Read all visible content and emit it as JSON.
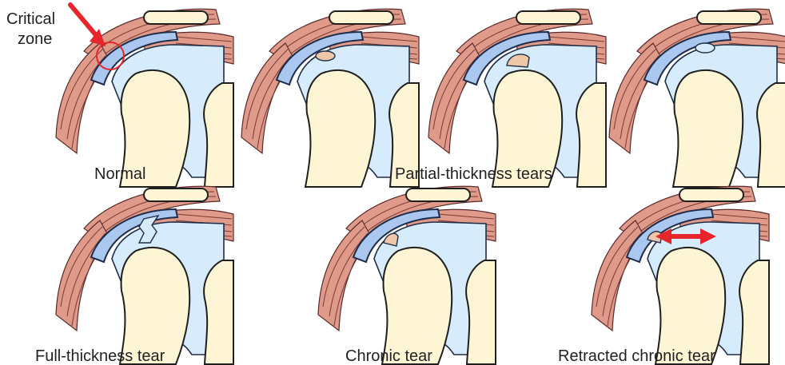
{
  "colors": {
    "muscle": "#e09a8a",
    "bursa": "#a9c7ef",
    "cartilage": "#d6ebfb",
    "bone": "#fdf5d3",
    "arrow": "#e8252a",
    "text": "#231f20"
  },
  "labels": {
    "critical_zone_line1": "Critical",
    "critical_zone_line2": "zone",
    "normal": "Normal",
    "partial": "Partial-thickness tears",
    "full": "Full-thickness tear",
    "chronic": "Chronic tear",
    "retracted": "Retracted chronic tear"
  },
  "panels": [
    {
      "id": "normal",
      "tear": "none"
    },
    {
      "id": "partial-bursal",
      "tear": "bursal-side"
    },
    {
      "id": "partial-articular",
      "tear": "articular-side"
    },
    {
      "id": "partial-intratendinous",
      "tear": "intratendinous"
    },
    {
      "id": "full-thickness",
      "tear": "full"
    },
    {
      "id": "chronic",
      "tear": "chronic"
    },
    {
      "id": "retracted-chronic",
      "tear": "retracted"
    }
  ],
  "markers": {
    "critical_zone_arrow": "red-arrow",
    "critical_zone_circle": "red-circle",
    "retraction_arrow": "double-headed-red-arrow"
  }
}
